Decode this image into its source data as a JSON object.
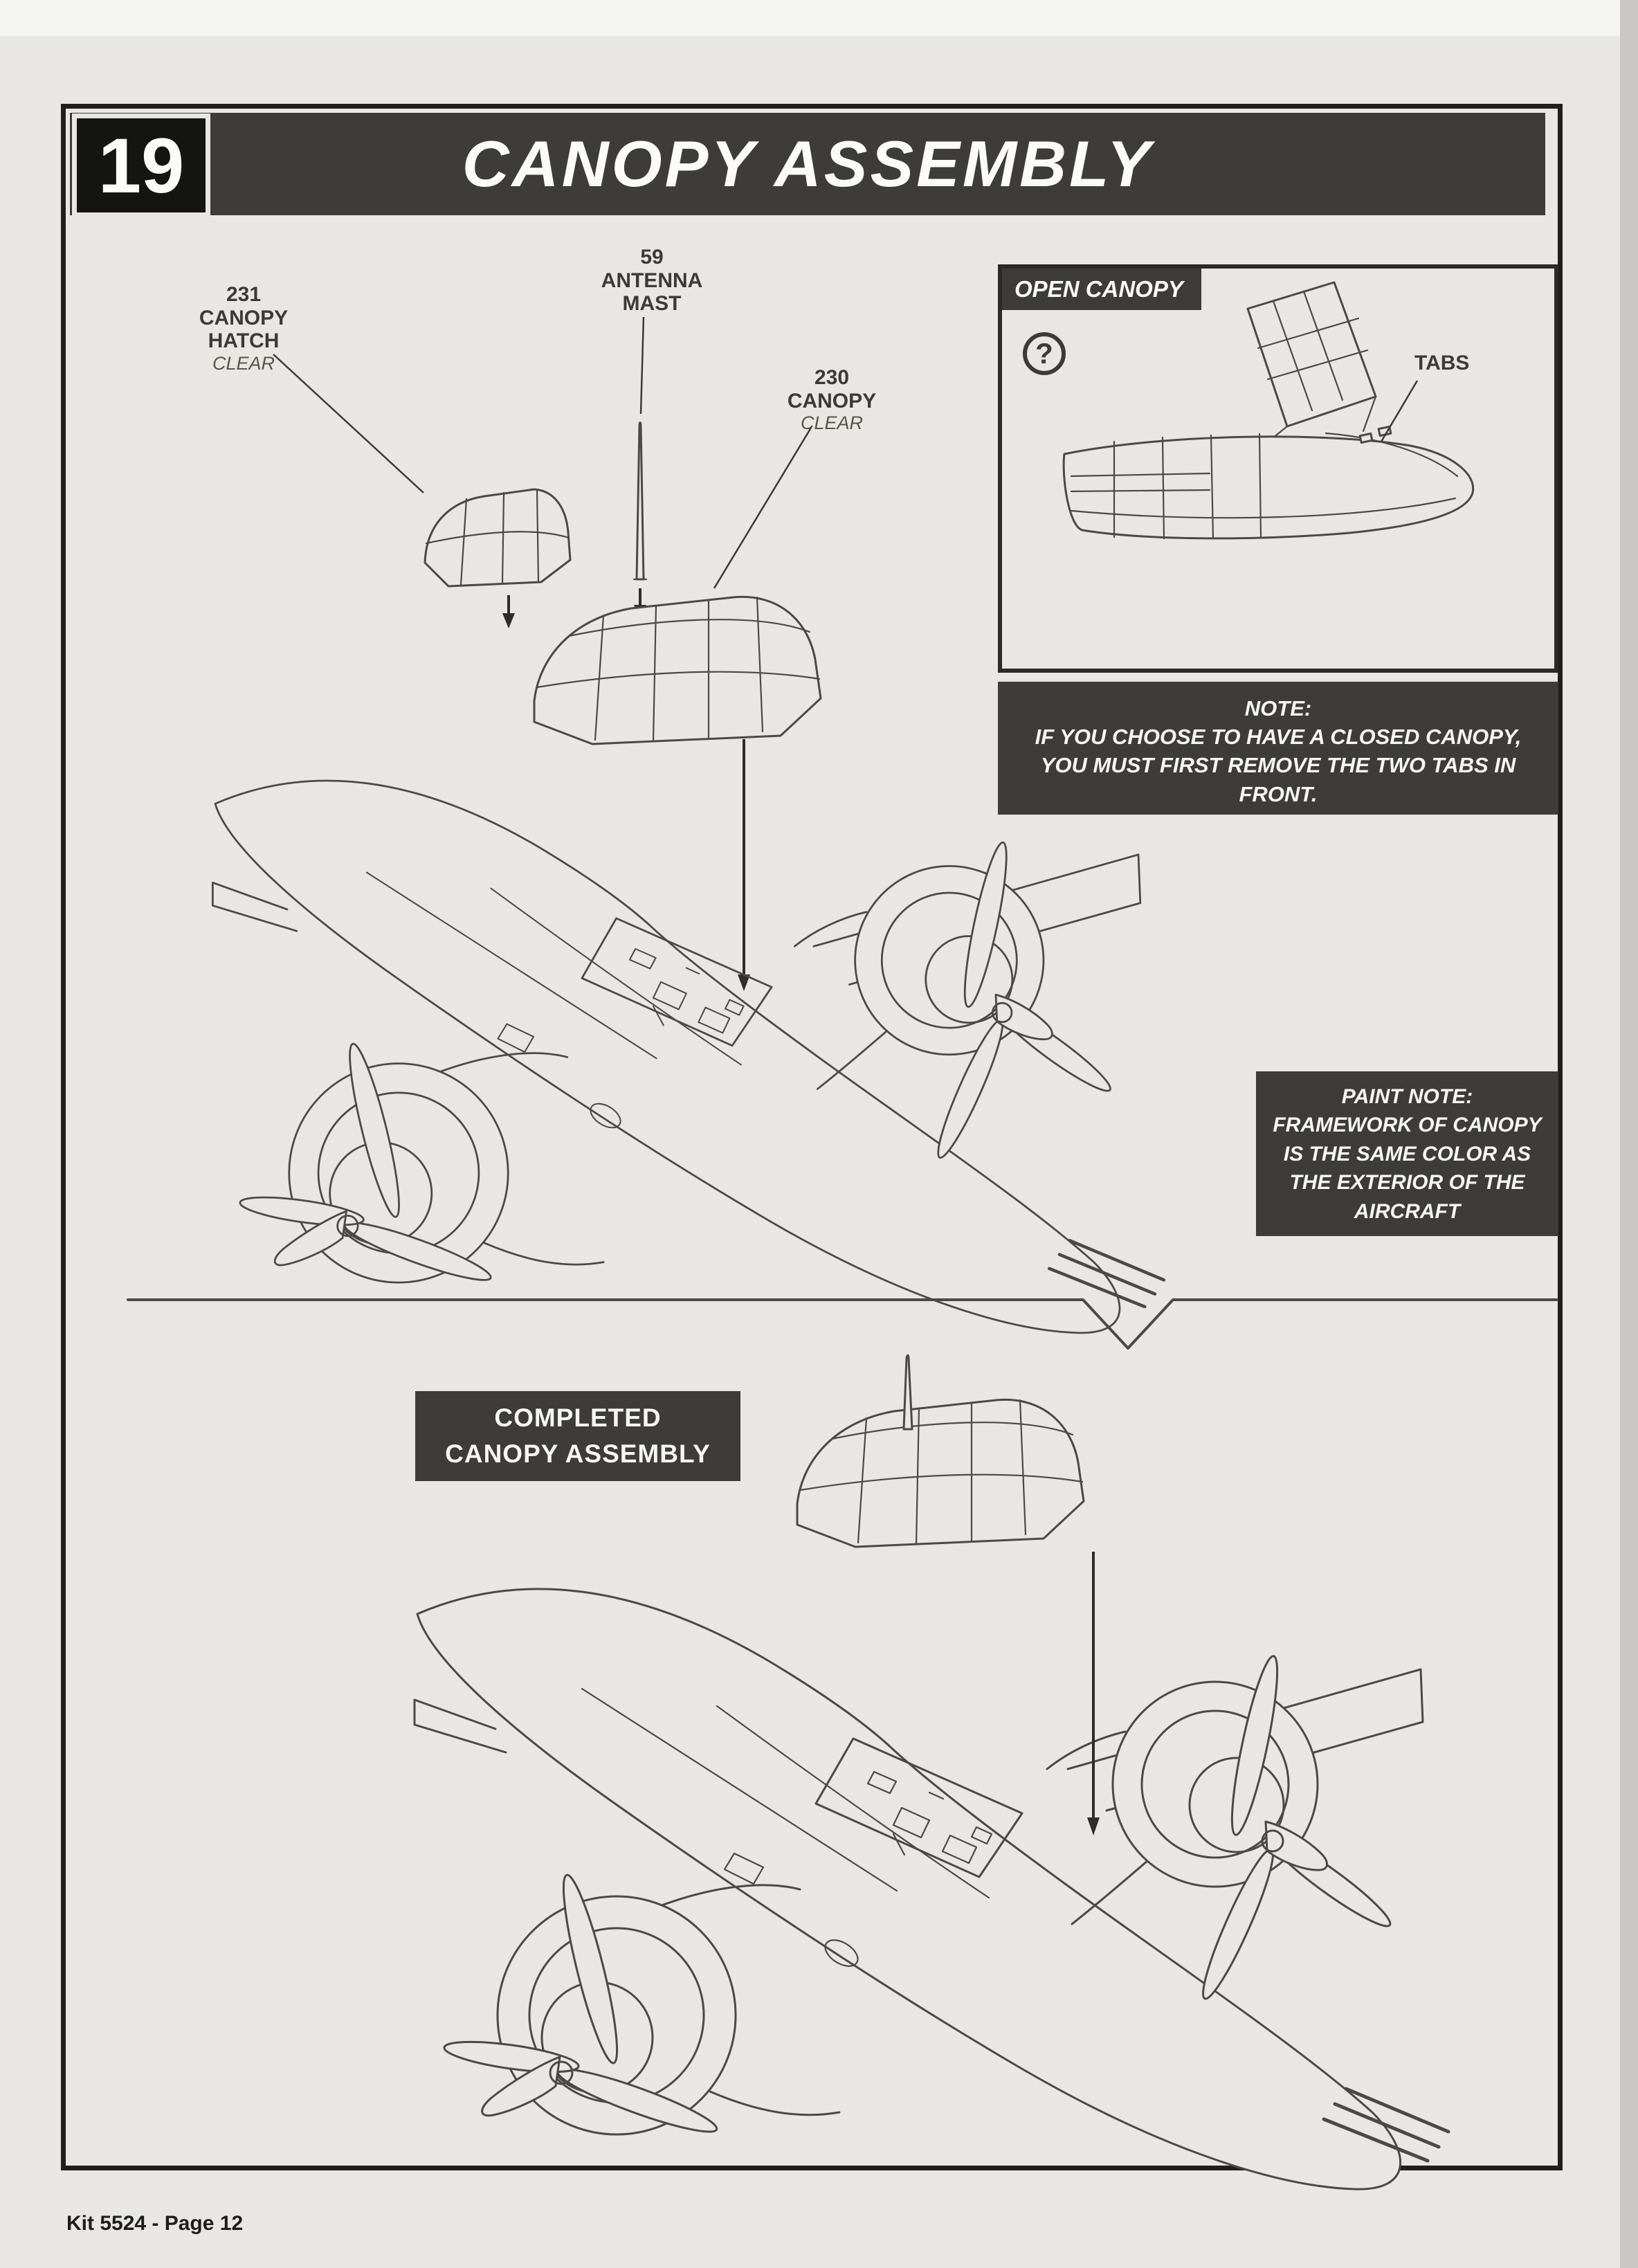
{
  "header": {
    "step_number": "19",
    "title": "CANOPY ASSEMBLY"
  },
  "parts": {
    "canopy_hatch": {
      "number": "231",
      "name": "CANOPY HATCH",
      "finish": "CLEAR"
    },
    "antenna_mast": {
      "number": "59",
      "line1": "ANTENNA",
      "line2": "MAST"
    },
    "canopy": {
      "number": "230",
      "name": "CANOPY",
      "finish": "CLEAR"
    }
  },
  "inset": {
    "title": "OPEN CANOPY",
    "help_icon": "?",
    "tabs_label": "TABS",
    "note_title": "NOTE:",
    "note_body": "IF YOU CHOOSE TO HAVE A CLOSED CANOPY, YOU MUST FIRST REMOVE THE TWO TABS IN FRONT."
  },
  "paint_note": {
    "title": "PAINT NOTE:",
    "body": "FRAMEWORK OF CANOPY IS THE SAME COLOR AS THE EXTERIOR OF THE AIRCRAFT"
  },
  "completed_label": {
    "line1": "COMPLETED",
    "line2": "CANOPY ASSEMBLY"
  },
  "footer": {
    "text": "Kit 5524 - Page 12"
  },
  "colors": {
    "bar": "#3d3c3a",
    "ink": "#4a4947",
    "paper": "#e8e7e3"
  }
}
